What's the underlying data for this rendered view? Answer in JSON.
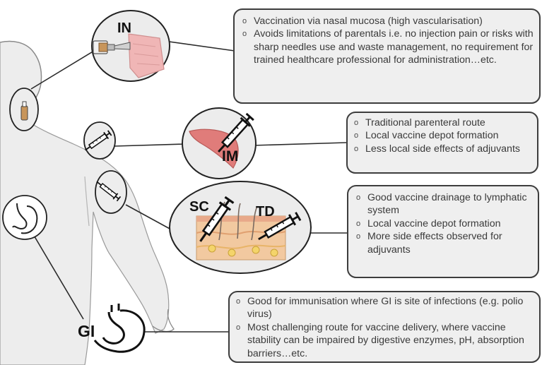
{
  "routes": {
    "in": {
      "label": "IN",
      "points": [
        "Vaccination via nasal mucosa (high vascularisation)",
        "Avoids limitations of parentals i.e. no injection pain or risks with sharp needles use and waste management, no requirement for trained healthcare professional for administration…etc."
      ]
    },
    "im": {
      "label": "IM",
      "points": [
        "Traditional parenteral route",
        "Local vaccine depot formation",
        "Less local side effects of adjuvants"
      ]
    },
    "sc": {
      "label": "SC"
    },
    "td": {
      "label": "TD",
      "points": [
        "Good vaccine drainage to lymphatic system",
        "Local vaccine depot formation",
        "More side effects observed for adjuvants"
      ]
    },
    "gi": {
      "label": "GI",
      "points": [
        "Good for immunisation where GI is site of infections (e.g. polio virus)",
        "Most challenging route for vaccine delivery, where vaccine stability can be impaired by digestive enzymes, pH, absorption barriers…etc."
      ]
    }
  },
  "colors": {
    "box_fill": "#efefef",
    "box_border": "#3d3d3d",
    "body_fill": "#ededed",
    "muscle": "#e07c7a",
    "skin": "#f2c9a0"
  },
  "icons": [
    "nasal-spray-icon",
    "syringe-icon",
    "stomach-icon",
    "skin-layers-icon",
    "muscle-icon",
    "human-body-icon"
  ]
}
